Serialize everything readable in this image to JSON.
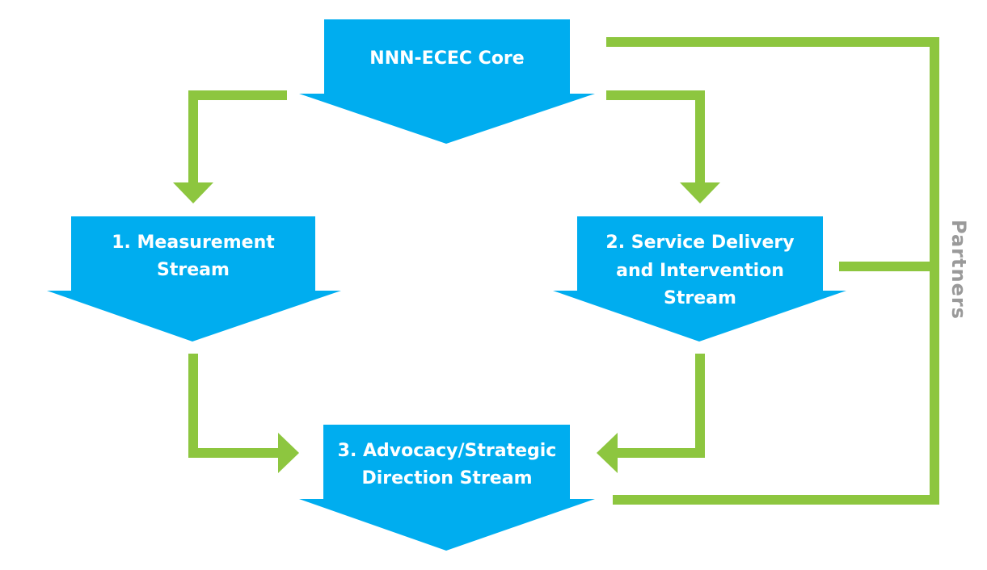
{
  "colors": {
    "box": "#00adef",
    "connector": "#8dc63f",
    "side_label": "#9a9a9a",
    "background": "#ffffff"
  },
  "nodes": {
    "core": {
      "line1": "NNN-ECEC Core"
    },
    "measurement": {
      "line1": "1. Measurement",
      "line2": "Stream"
    },
    "service": {
      "line1": "2. Service Delivery",
      "line2": "and Intervention",
      "line3": "Stream"
    },
    "advocacy": {
      "line1": "3. Advocacy/Strategic",
      "line2": "Direction Stream"
    }
  },
  "side_label": "Partners"
}
